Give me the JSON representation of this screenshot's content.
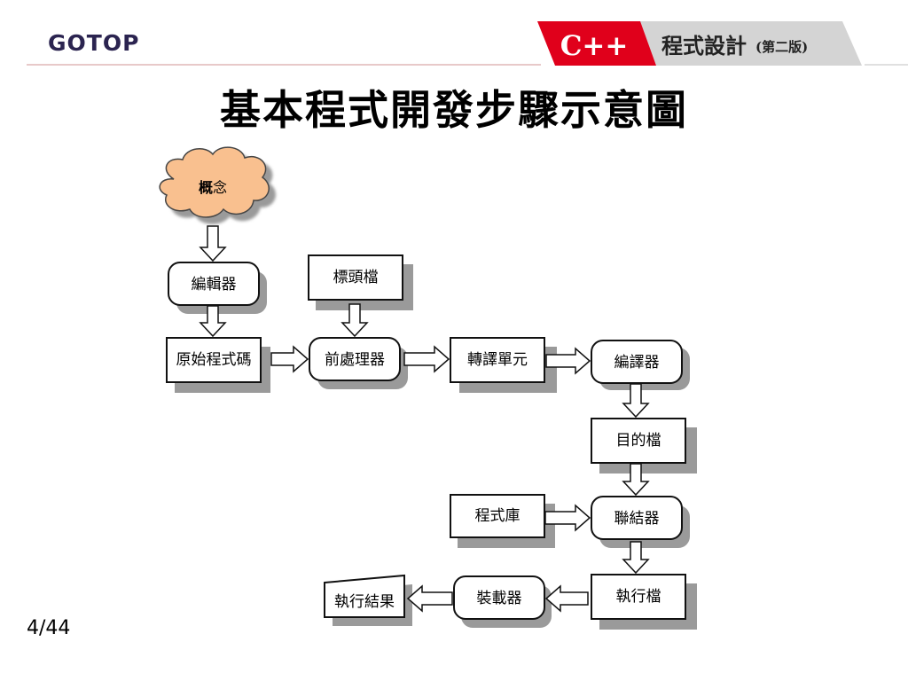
{
  "header": {
    "logo_text": "GOTOP",
    "book_badge": "C++",
    "book_title": "程式設計",
    "book_edition": "(第二版)"
  },
  "slide": {
    "title": "基本程式開發步驟示意圖",
    "page_number": "4/44"
  },
  "diagram": {
    "concept": {
      "prefix": "概",
      "suffix": "念"
    },
    "editor": "編輯器",
    "header_file": "標頭檔",
    "source_code": "原始程式碼",
    "preprocessor": "前處理器",
    "translation_unit": "轉譯單元",
    "compiler": "編譯器",
    "object_file": "目的檔",
    "library": "程式庫",
    "linker": "聯結器",
    "executable": "執行檔",
    "loader": "裝載器",
    "result": "執行結果"
  },
  "colors": {
    "cloud_fill": "#f9c08f",
    "shadow": "#9a9a9a",
    "badge_red": "#e0001b",
    "badge_gray": "#d4d4d4",
    "logo_navy": "#2b2450"
  }
}
